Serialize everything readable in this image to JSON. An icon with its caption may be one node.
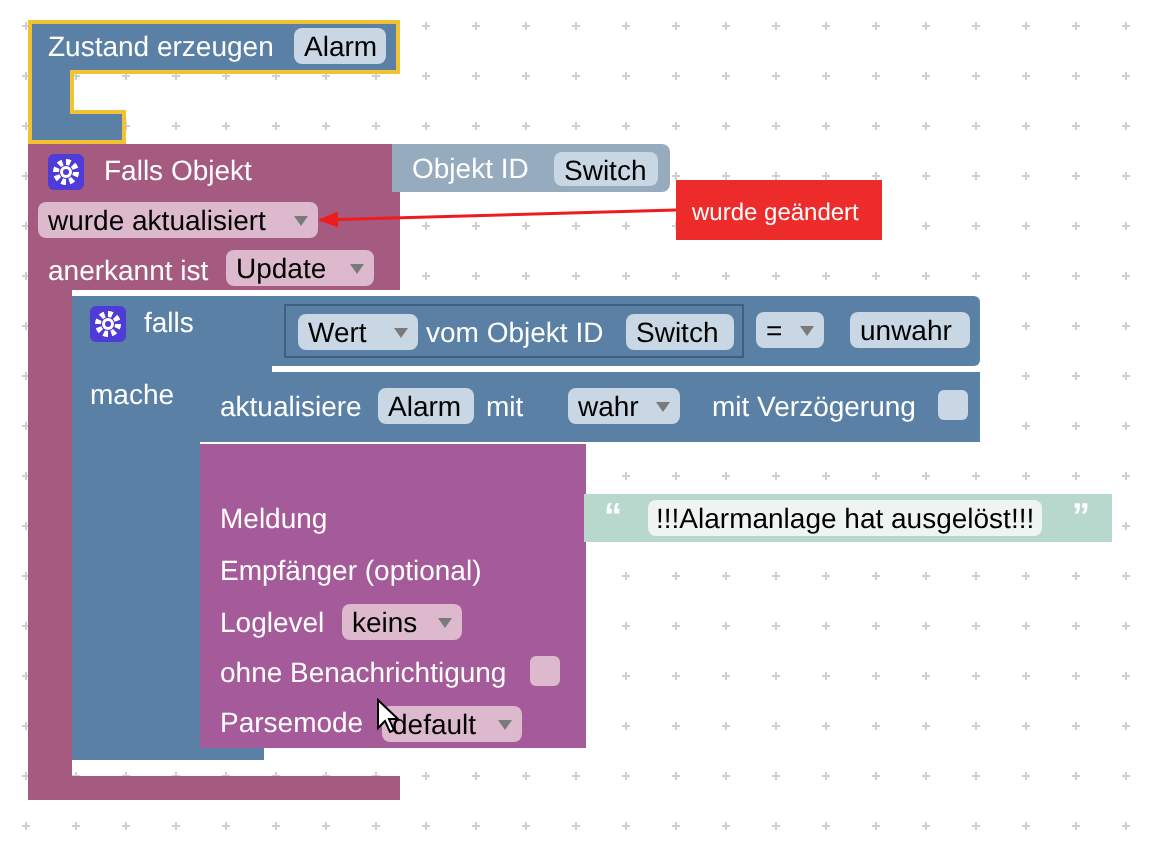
{
  "diagram": {
    "nodes": [
      {
        "text": [
          "Zustand erzeugen"
        ]
      },
      {
        "text": [
          "Alarm"
        ],
        "in": 0
      },
      {
        "text": [
          "Falls Objekt",
          "anerkannt ist"
        ]
      },
      {
        "text": [
          "wurde aktualisiert"
        ],
        "in": 2
      },
      {
        "text": [
          "Update"
        ],
        "in": 2
      },
      {
        "text": [
          "Objekt ID"
        ]
      },
      {
        "text": [
          "Switch"
        ],
        "in": 5
      },
      {
        "text": [
          "falls",
          "mache"
        ],
        "in": 2
      },
      {
        "text": [],
        "shape": "box"
      },
      {
        "text": [
          "vom Objekt ID"
        ],
        "in": 8
      },
      {
        "text": [
          "Wert"
        ],
        "in": 9
      },
      {
        "text": [
          "Switch"
        ],
        "in": 9
      },
      {
        "text": [
          "="
        ],
        "in": 8
      },
      {
        "text": [
          "unwahr"
        ],
        "in": 8
      },
      {
        "text": [
          "aktualisiere",
          "mit",
          "mit Verzögerung"
        ]
      },
      {
        "text": [
          "Alarm"
        ],
        "in": 14
      },
      {
        "text": [
          "wahr"
        ],
        "in": 14
      },
      {
        "text": [],
        "shape": "box",
        "in": 14
      },
      {
        "text": [
          "Meldung",
          "Empfänger (optional)",
          "Loglevel",
          "ohne Benachrichtigung",
          "Parsemode"
        ]
      },
      {
        "text": [
          "keins"
        ],
        "in": 18
      },
      {
        "text": [],
        "shape": "box",
        "in": 18
      },
      {
        "text": [
          "default"
        ],
        "in": 18
      },
      {
        "text": [
          "“",
          "!!!Alarmanlage hat ausgelöst!!!",
          "”"
        ]
      },
      {
        "text": [
          "wurde geändert"
        ]
      }
    ],
    "edges": [
      {
        "from": 23,
        "to": 3,
        "arrow": "to",
        "color": "#ee1c1c"
      }
    ]
  }
}
